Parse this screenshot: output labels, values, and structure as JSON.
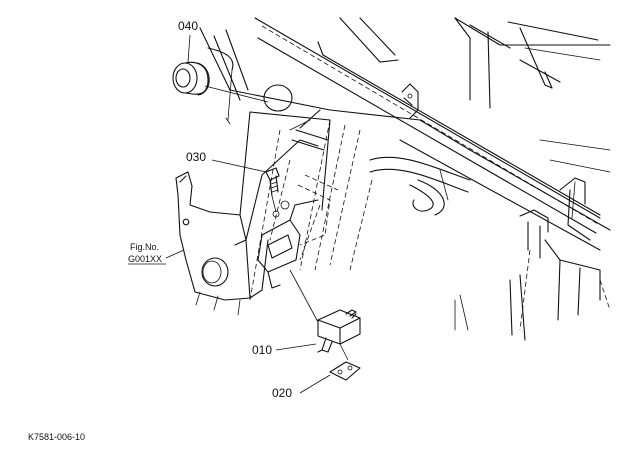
{
  "callouts": {
    "part_040": "040",
    "part_030": "030",
    "part_010": "010",
    "part_020": "020"
  },
  "fig_ref": {
    "line1": "Fig.No.",
    "line2": "G001XX"
  },
  "drawing_id": "K7581-006-10"
}
